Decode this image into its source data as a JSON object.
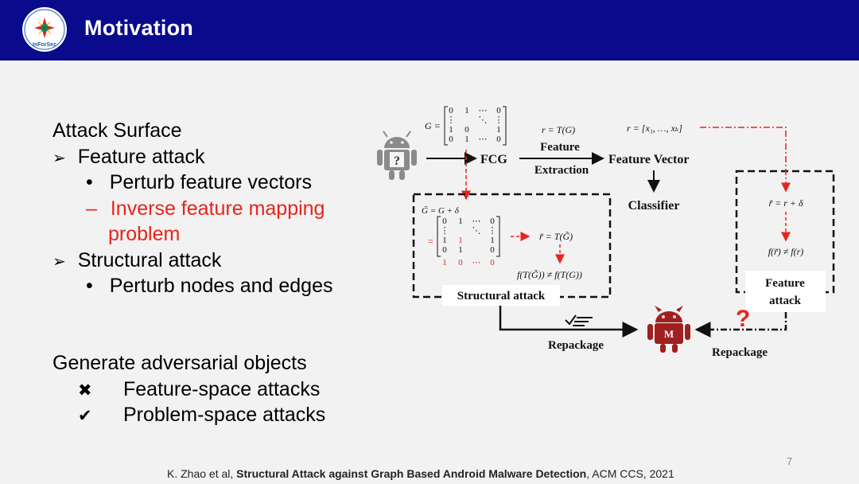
{
  "header": {
    "title": "Motivation",
    "logo_text": "InForSec",
    "bg_color": "#0a0a8c"
  },
  "outline": {
    "heading1": "Attack Surface",
    "feature_attack": "Feature attack",
    "perturb_feature_vectors": "Perturb feature vectors",
    "inverse_line1": "Inverse feature mapping",
    "inverse_line2": "problem",
    "structural_attack": "Structural attack",
    "perturb_nodes_edges": "Perturb nodes and edges",
    "heading2": "Generate adversarial objects",
    "feature_space": "Feature-space attacks",
    "problem_space": "Problem-space attacks",
    "arrow_marker": "➢",
    "bullet_marker": "•",
    "dash_marker": "–",
    "cross_marker": "✖",
    "check_marker": "✔"
  },
  "diagram": {
    "g_eq": "G =",
    "matrix_rows": [
      [
        "0",
        "1",
        "⋯",
        "0"
      ],
      [
        "⋮",
        "",
        "⋱",
        "⋮"
      ],
      [
        "1",
        "0",
        "",
        "1"
      ],
      [
        "0",
        "1",
        "⋯",
        "0"
      ]
    ],
    "fcg": "FCG",
    "r_eq": "r = T(G)",
    "feature": "Feature",
    "extraction": "Extraction",
    "feature_vector": "Feature Vector",
    "r_vec": "r = [x₁, …, xₖ]",
    "classifier": "Classifier",
    "g_tilde_eq": "G̃ = G + δ",
    "mod_rows": [
      [
        "0",
        "1",
        "⋯",
        "0"
      ],
      [
        "⋮",
        "",
        "⋱",
        "⋮"
      ],
      [
        "1",
        "1",
        "",
        "1"
      ],
      [
        "0",
        "1",
        "",
        "0"
      ]
    ],
    "extra_row": [
      "1",
      "0",
      "⋯",
      "0"
    ],
    "eq_sign": "=",
    "r_tilde_eq": "r̃ = T(G̃)",
    "ft_neq": "f(T(G̃)) ≠ f(T(G))",
    "structural_attack": "Structural attack",
    "repackage_left": "Repackage",
    "repackage_right": "Repackage",
    "r_tilde_sum": "r̃ = r + δ",
    "f_neq": "f(r̃) ≠ f(r)",
    "feature_attack_line1": "Feature",
    "feature_attack_line2": "attack",
    "question": "?",
    "malware_letter": "M",
    "android_question": "?"
  },
  "footer": {
    "authors": "K. Zhao et al, ",
    "paper_title": "Structural Attack against Graph Based Android Malware Detection",
    "venue": ", ACM CCS, 2021"
  },
  "page_number": "7"
}
